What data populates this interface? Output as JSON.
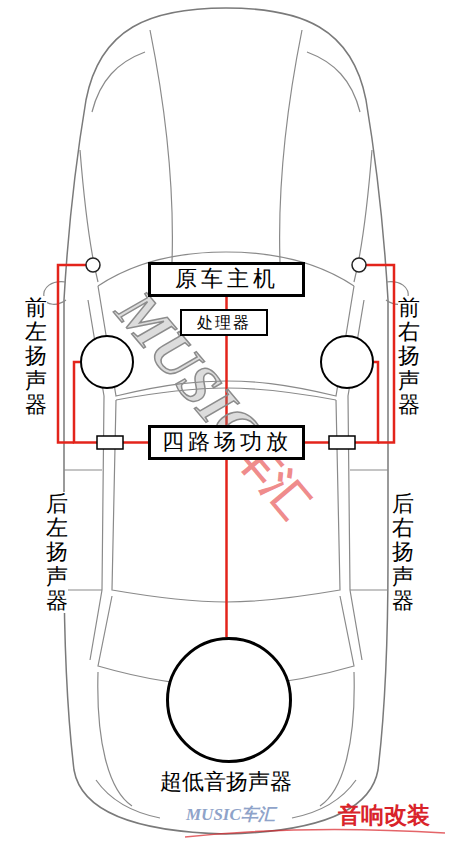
{
  "diagram": {
    "nodes": [
      {
        "text": [
          "原车主机"
        ]
      },
      {
        "text": [
          "处理器"
        ]
      },
      {
        "text": [
          "前左扬声器"
        ]
      },
      {
        "text": [
          "前右扬声器"
        ]
      },
      {
        "text": [
          "四路场功放"
        ]
      },
      {
        "text": [
          "超低音扬声器"
        ]
      }
    ],
    "edges": [
      {
        "from": 0,
        "to": 1,
        "arrow": "none"
      },
      {
        "from": 1,
        "to": 4,
        "arrow": "none"
      },
      {
        "from": 4,
        "to": 2,
        "arrow": "none"
      },
      {
        "from": 4,
        "to": 3,
        "arrow": "none"
      },
      {
        "from": 4,
        "to": 5,
        "arrow": "none"
      }
    ],
    "labels": [
      "后左扬声器",
      "后右扬声器",
      "MUSIC",
      "车汇",
      "MUSIC车汇",
      "音响改装"
    ]
  }
}
